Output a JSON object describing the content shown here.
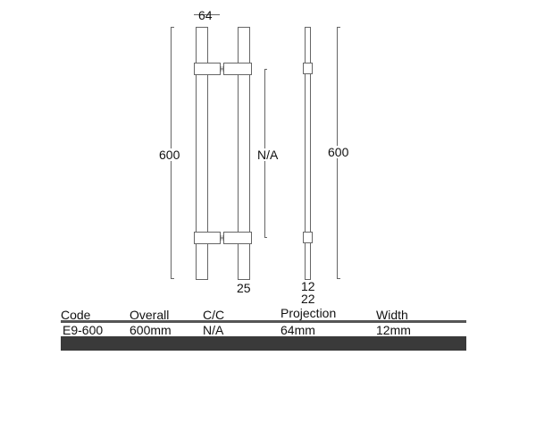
{
  "drawing": {
    "front_view": {
      "width_dim_label": "64",
      "height_dim_label": "600",
      "cc_dim_label": "N/A",
      "diameter_label": "25"
    },
    "side_view": {
      "height_dim_label": "600",
      "bar_dim_label": "12",
      "standoff_dim_label": "22"
    }
  },
  "spec_table": {
    "headers": {
      "code": "Code",
      "overall": "Overall",
      "cc": "C/C",
      "projection": "Projection",
      "width": "Width"
    },
    "row": {
      "code": "E9-600",
      "overall": "600mm",
      "cc": "N/A",
      "projection": "64mm",
      "width": "12mm"
    }
  },
  "colors": {
    "line": "#666666",
    "table_rule": "#555555",
    "table_footer_bar": "#3a3a3a"
  }
}
